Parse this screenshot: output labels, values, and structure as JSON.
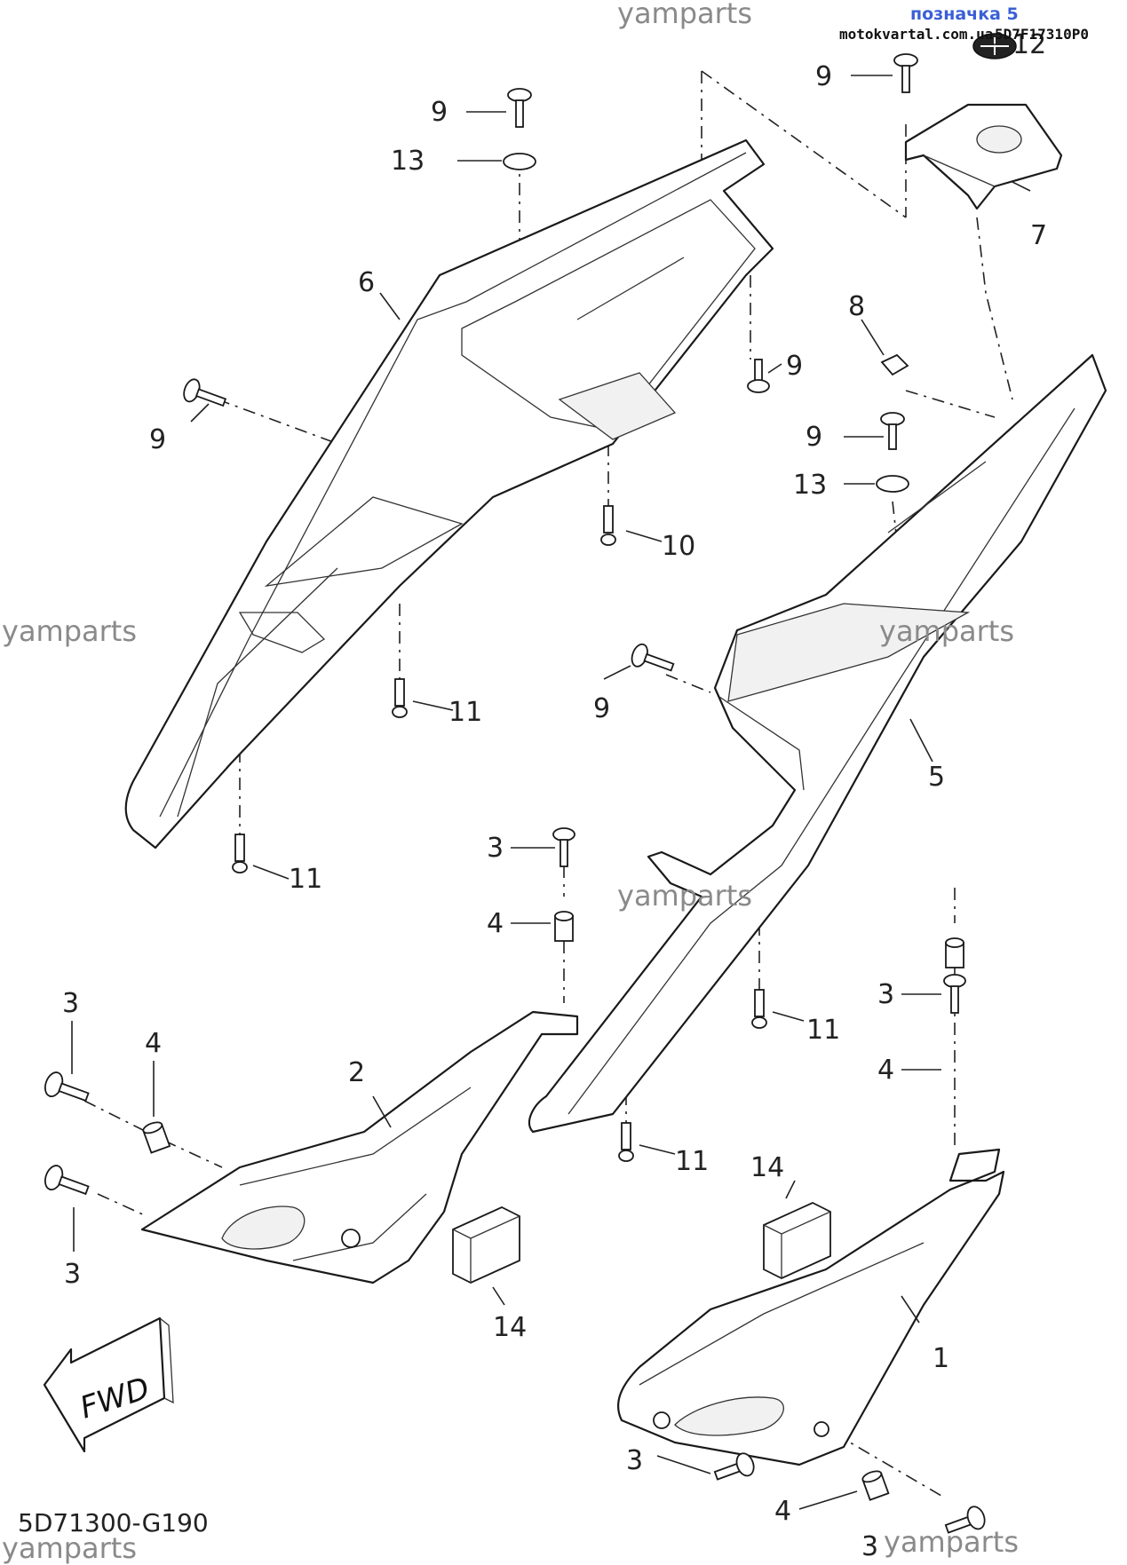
{
  "header": {
    "label": "позначка 5",
    "site": "motokvartal.com.ua",
    "code_overlay": "5D7F17310P0"
  },
  "watermark": "yamparts",
  "diagram_code": "5D71300-G190",
  "fwd_label": "FWD",
  "callouts": {
    "c1": "1",
    "c2": "2",
    "c3a": "3",
    "c3b": "3",
    "c3c": "3",
    "c3d": "3",
    "c3e": "3",
    "c3f": "3",
    "c4a": "4",
    "c4b": "4",
    "c4c": "4",
    "c4d": "4",
    "c5": "5",
    "c6": "6",
    "c7": "7",
    "c8": "8",
    "c9a": "9",
    "c9b": "9",
    "c9c": "9",
    "c9d": "9",
    "c9e": "9",
    "c9f": "9",
    "c10": "10",
    "c11a": "11",
    "c11b": "11",
    "c11c": "11",
    "c11d": "11",
    "c12": "12",
    "c13a": "13",
    "c13b": "13",
    "c14a": "14",
    "c14b": "14"
  },
  "colors": {
    "header_label": "#3a5fd6",
    "watermark": "#8a8a8a",
    "line": "#1a1a1a"
  }
}
